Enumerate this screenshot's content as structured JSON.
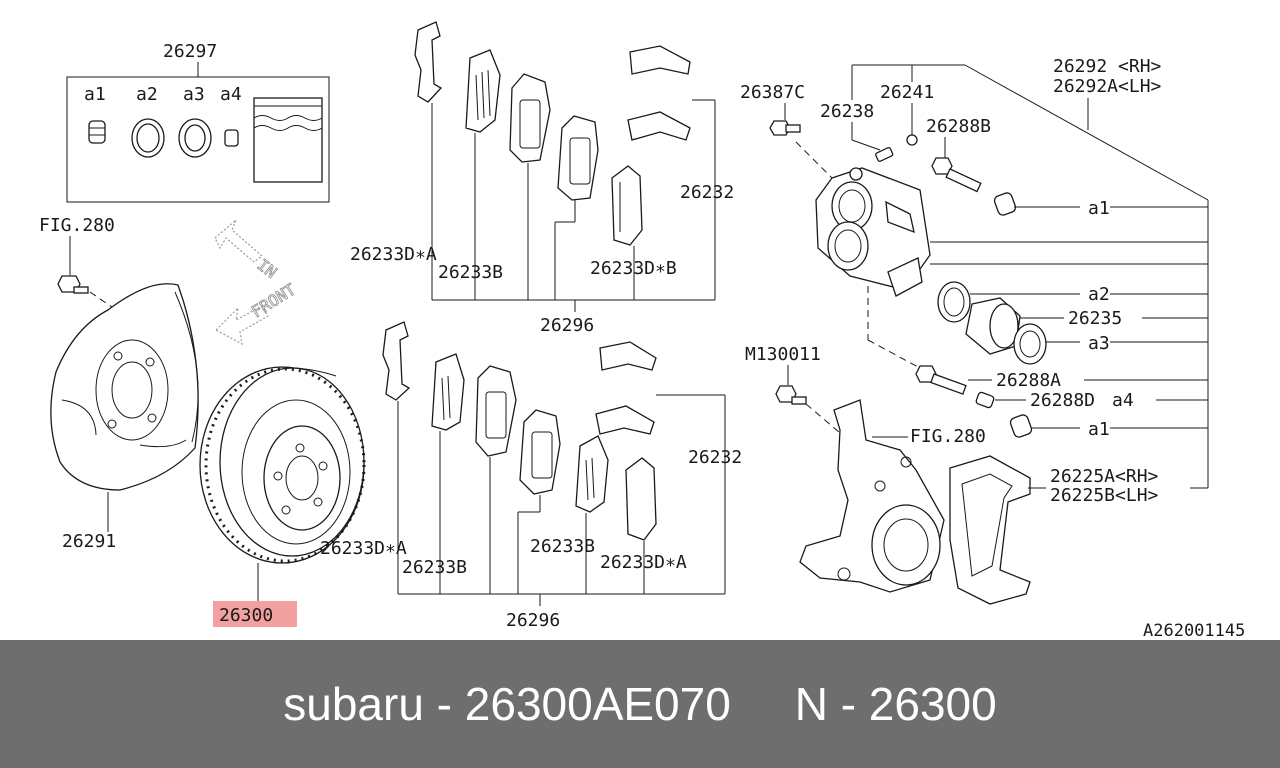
{
  "diagram": {
    "highlight_color": "#f2a0a0",
    "labels": {
      "kit_26297": "26297",
      "a1_top": "a1",
      "a2_top": "a2",
      "a3_top": "a3",
      "a4_top": "a4",
      "fig280_left": "FIG.280",
      "dir_in": "IN",
      "dir_front": "FRONT",
      "shield": "26291",
      "rotor": "26300",
      "pad_d_a_top": "26233D∗A",
      "pad_b_top": "26233B",
      "pad_d_b_top": "26233D∗B",
      "clip_top": "26232",
      "kit_top": "26296",
      "pad_d_a_bot1": "26233D∗A",
      "pad_b_bot1": "26233B",
      "pad_b_bot2": "26233B",
      "pad_d_a_bot2": "26233D∗A",
      "clip_bot": "26232",
      "kit_bot": "26296",
      "caliper_rh": "26292 <RH>",
      "caliper_lh": "26292A<LH>",
      "bolt_c": "26387C",
      "bleeder": "26241",
      "cap": "26238",
      "pin_b": "26288B",
      "a1_right1": "a1",
      "a2_right": "a2",
      "piston": "26235",
      "a3_right": "a3",
      "pin_a": "26288A",
      "pin_d": "26288D",
      "a4_right": "a4",
      "a1_right2": "a1",
      "bolt_m": "M130011",
      "fig280_right": "FIG.280",
      "bracket_rh": "26225A<RH>",
      "bracket_lh": "26225B<LH>",
      "diagram_code": "A262001145"
    }
  },
  "footer": {
    "caption": "subaru - 26300AE070     N - 26300"
  }
}
